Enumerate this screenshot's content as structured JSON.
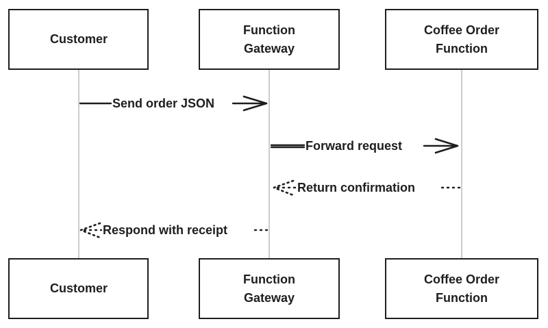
{
  "participants": [
    {
      "id": "customer",
      "label_lines": [
        "Customer"
      ]
    },
    {
      "id": "gateway",
      "label_lines": [
        "Function",
        "Gateway"
      ]
    },
    {
      "id": "coffee",
      "label_lines": [
        "Coffee Order",
        "Function"
      ]
    }
  ],
  "messages": [
    {
      "from": "customer",
      "to": "gateway",
      "label": "Send order JSON",
      "style": "solid"
    },
    {
      "from": "gateway",
      "to": "coffee",
      "label": "Forward request",
      "style": "solid"
    },
    {
      "from": "coffee",
      "to": "gateway",
      "label": "Return confirmation",
      "style": "dashed"
    },
    {
      "from": "gateway",
      "to": "customer",
      "label": "Respond with receipt",
      "style": "dashed"
    }
  ]
}
